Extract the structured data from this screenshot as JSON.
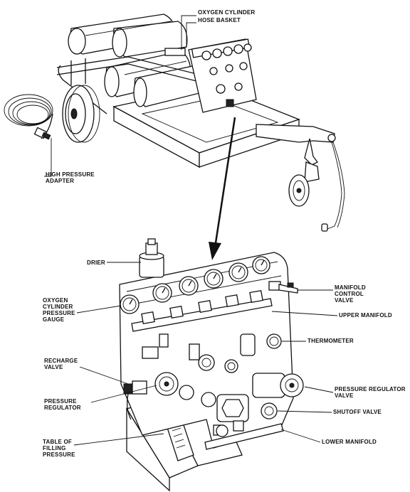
{
  "labels": {
    "oxygen_cylinder": "OXYGEN CYLINDER",
    "hose_basket": "HOSE BASKET",
    "high_pressure_adapter": [
      "HIGH PRESSURE",
      "ADAPTER"
    ],
    "drier": "DRIER",
    "oxygen_cylinder_pressure_gauge": [
      "OXYGEN",
      "CYLINDER",
      "PRESSURE",
      "GAUGE"
    ],
    "manifold_control_valve": [
      "MANIFOLD",
      "CONTROL",
      "VALVE"
    ],
    "upper_manifold": "UPPER MANIFOLD",
    "thermometer": "THERMOMETER",
    "recharge_valve": [
      "RECHARGE",
      "VALVE"
    ],
    "pressure_regulator_valve": [
      "PRESSURE REGULATOR",
      "VALVE"
    ],
    "pressure_regulator": [
      "PRESSURE",
      "REGULATOR"
    ],
    "shutoff_valve": "SHUTOFF VALVE",
    "table_of_filling_pressure": [
      "TABLE OF",
      "FILLING",
      "PRESSURE"
    ],
    "lower_manifold": "LOWER MANIFOLD"
  },
  "colors": {
    "ink": "#111111",
    "paper": "#ffffff"
  }
}
